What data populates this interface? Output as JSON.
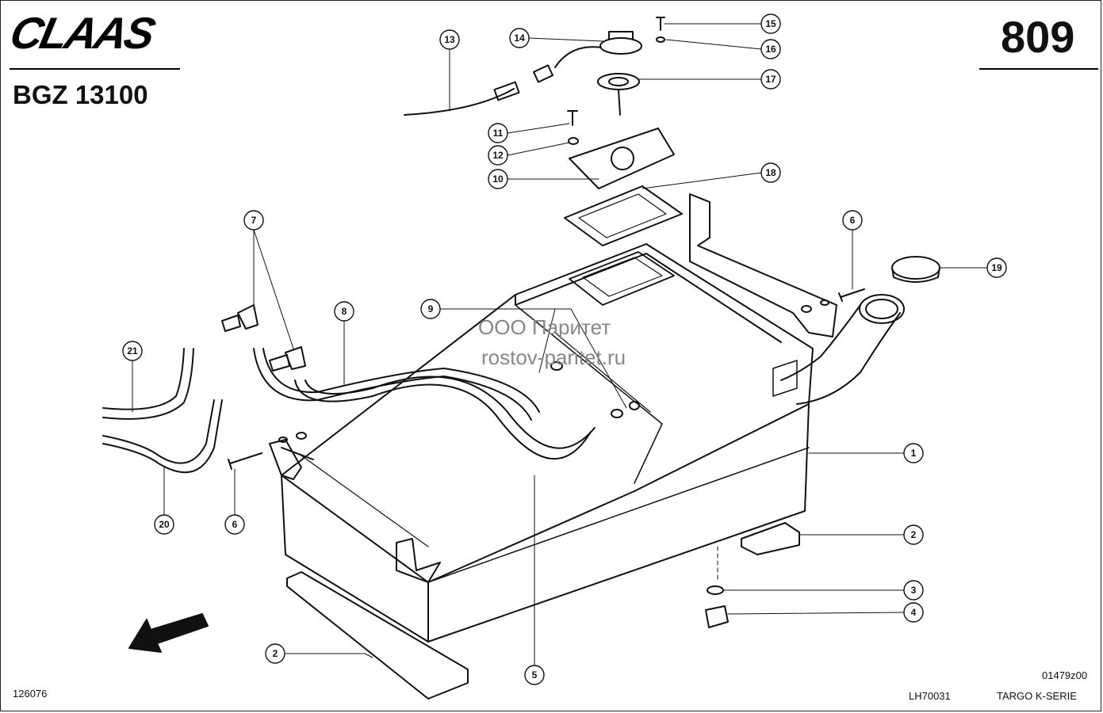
{
  "header": {
    "brand": "CLAAS",
    "model": "BGZ 13100",
    "page_number": "809"
  },
  "watermark": {
    "line1": "ООО Паритет",
    "line2": "rostov-paritet.ru"
  },
  "footer": {
    "doc_number": "126076",
    "drawing_code": "01479z00",
    "part_code": "LH70031",
    "series": "TARGO K-SERIE"
  },
  "callouts": [
    {
      "id": "c1",
      "label": "1"
    },
    {
      "id": "c2a",
      "label": "2"
    },
    {
      "id": "c2b",
      "label": "2"
    },
    {
      "id": "c3",
      "label": "3"
    },
    {
      "id": "c4",
      "label": "4"
    },
    {
      "id": "c5",
      "label": "5"
    },
    {
      "id": "c6a",
      "label": "6"
    },
    {
      "id": "c6b",
      "label": "6"
    },
    {
      "id": "c7",
      "label": "7"
    },
    {
      "id": "c8",
      "label": "8"
    },
    {
      "id": "c9",
      "label": "9"
    },
    {
      "id": "c10",
      "label": "10"
    },
    {
      "id": "c11",
      "label": "11"
    },
    {
      "id": "c12",
      "label": "12"
    },
    {
      "id": "c13",
      "label": "13"
    },
    {
      "id": "c14",
      "label": "14"
    },
    {
      "id": "c15",
      "label": "15"
    },
    {
      "id": "c16",
      "label": "16"
    },
    {
      "id": "c17",
      "label": "17"
    },
    {
      "id": "c18",
      "label": "18"
    },
    {
      "id": "c19",
      "label": "19"
    },
    {
      "id": "c20",
      "label": "20"
    },
    {
      "id": "c21",
      "label": "21"
    }
  ],
  "icons": {
    "direction_arrow": "arrow-icon"
  }
}
